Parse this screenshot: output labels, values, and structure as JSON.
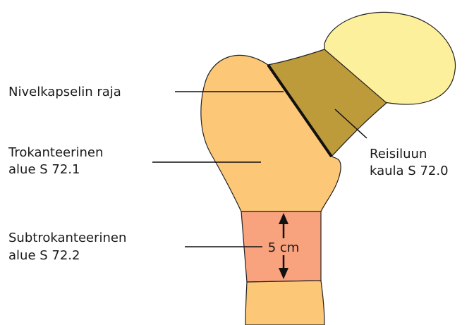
{
  "labels": {
    "capsule_line": "Nivelkapselin raja",
    "trochanteric_line1": "Trokanteerinen",
    "trochanteric_line2": "alue S 72.1",
    "subtrochanteric_line1": "Subtrokanteerinen",
    "subtrochanteric_line2": "alue S 72.2",
    "neck_line1": "Reisiluun",
    "neck_line2": "kaula S 72.0",
    "distance": "5 cm"
  },
  "colors": {
    "bone": "#fcc878",
    "head": "#fdf09c",
    "neck": "#bd9a3a",
    "subtrochanteric": "#f9a27e",
    "outline": "#222222"
  }
}
